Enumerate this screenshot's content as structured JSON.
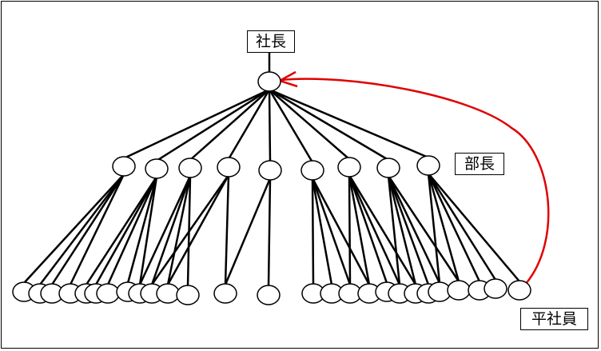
{
  "labels": {
    "president": "社長",
    "manager": "部長",
    "staff": "平社員"
  },
  "colors": {
    "line": "#000000",
    "arrow": "#e00000",
    "node_fill": "#ffffff"
  },
  "org": {
    "levels": 3,
    "manager_count": 9,
    "staff_per_manager": [
      4,
      5,
      4,
      3,
      2,
      4,
      5,
      5,
      5
    ]
  }
}
